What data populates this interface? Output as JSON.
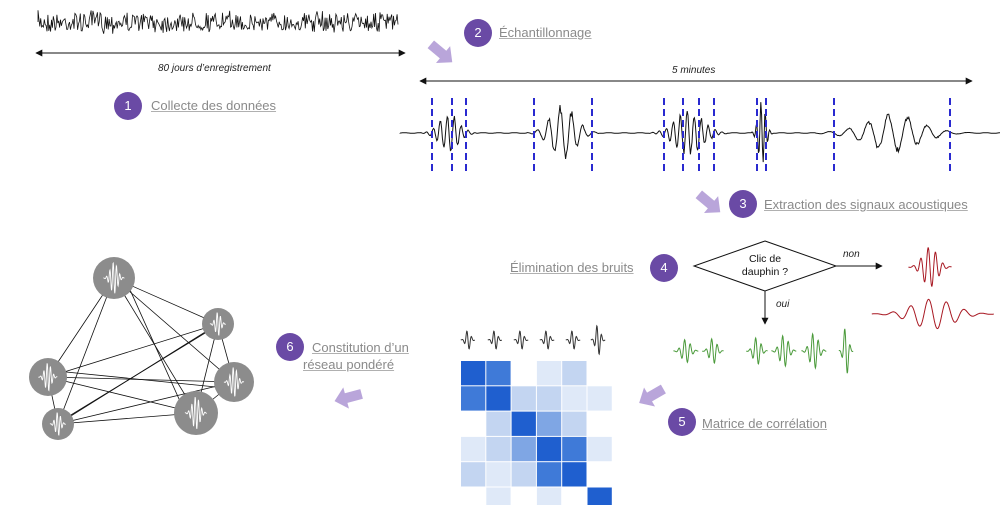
{
  "steps": [
    {
      "num": "1",
      "label": "Collecte des données"
    },
    {
      "num": "2",
      "label": "Échantillonnage"
    },
    {
      "num": "3",
      "label": "Extraction des signaux acoustiques"
    },
    {
      "num": "4",
      "label": "Élimination des bruits"
    },
    {
      "num": "5",
      "label": "Matrice de corrélation"
    },
    {
      "num": "6",
      "label_line1": "Constitution d’un",
      "label_line2": "réseau pondéré"
    }
  ],
  "durations": {
    "recording": "80 jours d’enregistrement",
    "sample": "5 minutes"
  },
  "decision": {
    "line1": "Clic de",
    "line2": "dauphin ?",
    "no": "non",
    "yes": "oui"
  },
  "colors": {
    "badge": "#6a4aa5",
    "arrow": "#b9a5da",
    "cut_lines": "#2a2ad0",
    "noise": "#a81822",
    "click": "#4a9a3a",
    "network_node": "#8c8c8c",
    "matrix_levels": [
      "#ffffff",
      "#dfe9f8",
      "#c3d5f1",
      "#7fa6e4",
      "#3f7ad8",
      "#1f5fcf"
    ]
  },
  "matrix": [
    [
      5,
      4,
      0,
      1,
      2,
      0
    ],
    [
      4,
      5,
      2,
      2,
      1,
      1
    ],
    [
      0,
      2,
      5,
      3,
      2,
      0
    ],
    [
      1,
      2,
      3,
      5,
      4,
      1
    ],
    [
      2,
      1,
      2,
      4,
      5,
      0
    ],
    [
      0,
      1,
      0,
      1,
      0,
      5
    ]
  ]
}
